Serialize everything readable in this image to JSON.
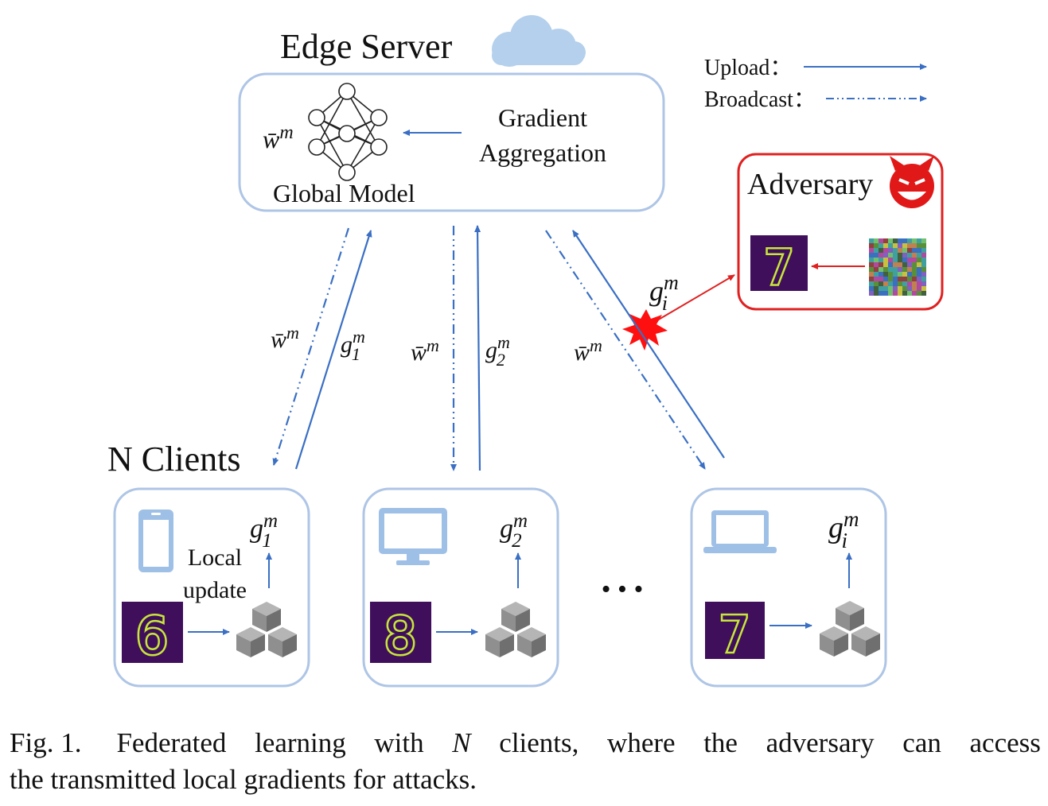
{
  "server": {
    "title": "Edge Server",
    "model_symbol": "w̄",
    "model_sup": "m",
    "model_label": "Global Model",
    "aggregation_line1": "Gradient",
    "aggregation_line2": "Aggregation"
  },
  "legend": {
    "upload": "Upload：",
    "broadcast": "Broadcast："
  },
  "adversary": {
    "title": "Adversary",
    "recovered_digit": "7",
    "gradient_sym": "g",
    "gradient_sub": "i",
    "gradient_sup": "m"
  },
  "links": {
    "w_sym": "w̄",
    "w_sup": "m",
    "g_sym": "g",
    "g_sup": "m",
    "g1_sub": "1",
    "g2_sub": "2"
  },
  "clients": {
    "title": "N Clients",
    "local_update_line1": "Local",
    "local_update_line2": "update",
    "ellipsis": "• • •",
    "items": [
      {
        "device": "phone-icon",
        "digit": "6",
        "grad_sym": "g",
        "grad_sub": "1",
        "grad_sup": "m"
      },
      {
        "device": "monitor-icon",
        "digit": "8",
        "grad_sym": "g",
        "grad_sub": "2",
        "grad_sup": "m"
      },
      {
        "device": "laptop-icon",
        "digit": "7",
        "grad_sym": "g",
        "grad_sub": "i",
        "grad_sup": "m"
      }
    ]
  },
  "caption": {
    "label": "Fig. 1.",
    "w1": "Federated",
    "w2": "learning",
    "w3": "with",
    "w4": "N",
    "w5": "clients,",
    "w6": "where",
    "w7": "the",
    "w8": "adversary",
    "w9": "can",
    "w10": "access",
    "line2": "the transmitted local gradients for attacks."
  },
  "colors": {
    "box_border": "#aec5e6",
    "arrow_blue": "#3a6fc4",
    "device_blue": "#9fc0e6",
    "adversary_red": "#e02020",
    "digit_bg": "#3f0f5c",
    "digit_stroke": "#c8e63a",
    "cube_gray": "#8a8a8a"
  }
}
